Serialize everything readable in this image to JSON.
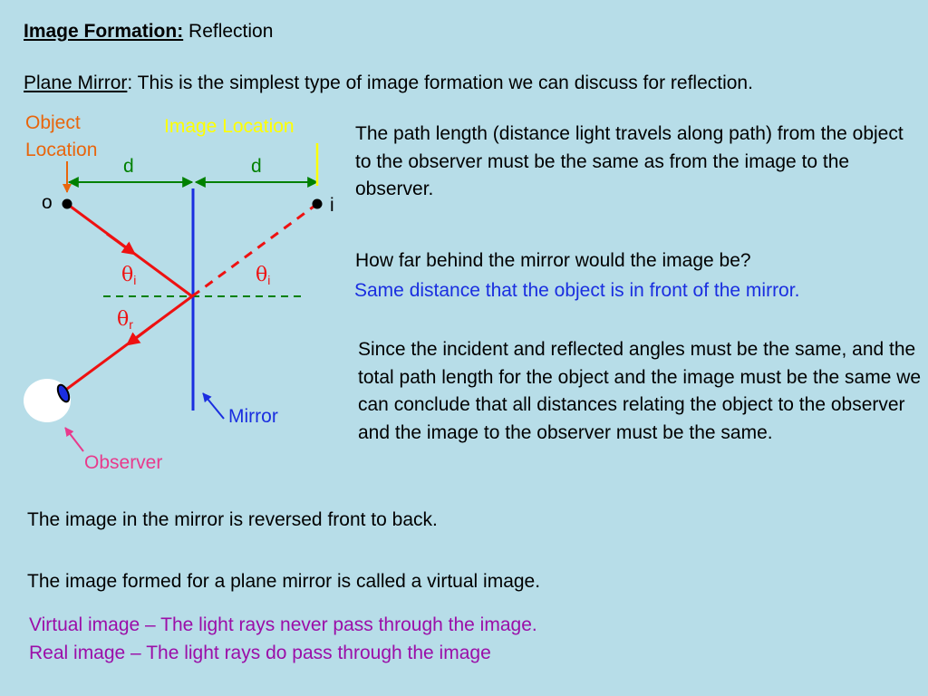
{
  "heading": {
    "title_bold": "Image Formation:",
    "title_rest": " Reflection"
  },
  "intro": {
    "term": "Plane Mirror",
    "text": ": This is the simplest type of image formation we can discuss for reflection."
  },
  "diagram": {
    "object_location": [
      "Object",
      "Location"
    ],
    "image_location": "Image Location",
    "distance_left": "d",
    "distance_right": "d",
    "object_label": "o",
    "image_label": "i",
    "incident_theta": "θ",
    "incident_sub": "i",
    "virtual_theta": "θ",
    "virtual_sub": "i",
    "reflected_theta": "θ",
    "reflected_sub": "r",
    "mirror_label": "Mirror",
    "observer_label": "Observer",
    "colors": {
      "object": "#e8650c",
      "image": "#ffff00",
      "distance": "#008000",
      "ray": "#ee1111",
      "mirror": "#1a2ee0",
      "observer": "#e83a8c",
      "eye_iris": "#1a2ee0",
      "answer": "#1a2ee0",
      "definition": "#9b0ea8"
    }
  },
  "right": {
    "p1": "The path length (distance light travels along path) from the object to the observer must be the same as from the image to the observer.",
    "question": "How far behind the mirror would the image be?",
    "answer": "Same distance that the object is in front of the mirror.",
    "p2": "Since the incident and reflected angles must be the same, and the total path length for the object and the image must be the same we can conclude that all distances relating the object to the observer and the image to the observer must be the same."
  },
  "bottom": {
    "line1": "The image in the mirror is reversed front to back.",
    "line2": "The image formed for a plane mirror is called a virtual image.",
    "def1": "Virtual image – The light rays never pass through the image.",
    "def2": "Real image – The light rays do pass through the image"
  }
}
